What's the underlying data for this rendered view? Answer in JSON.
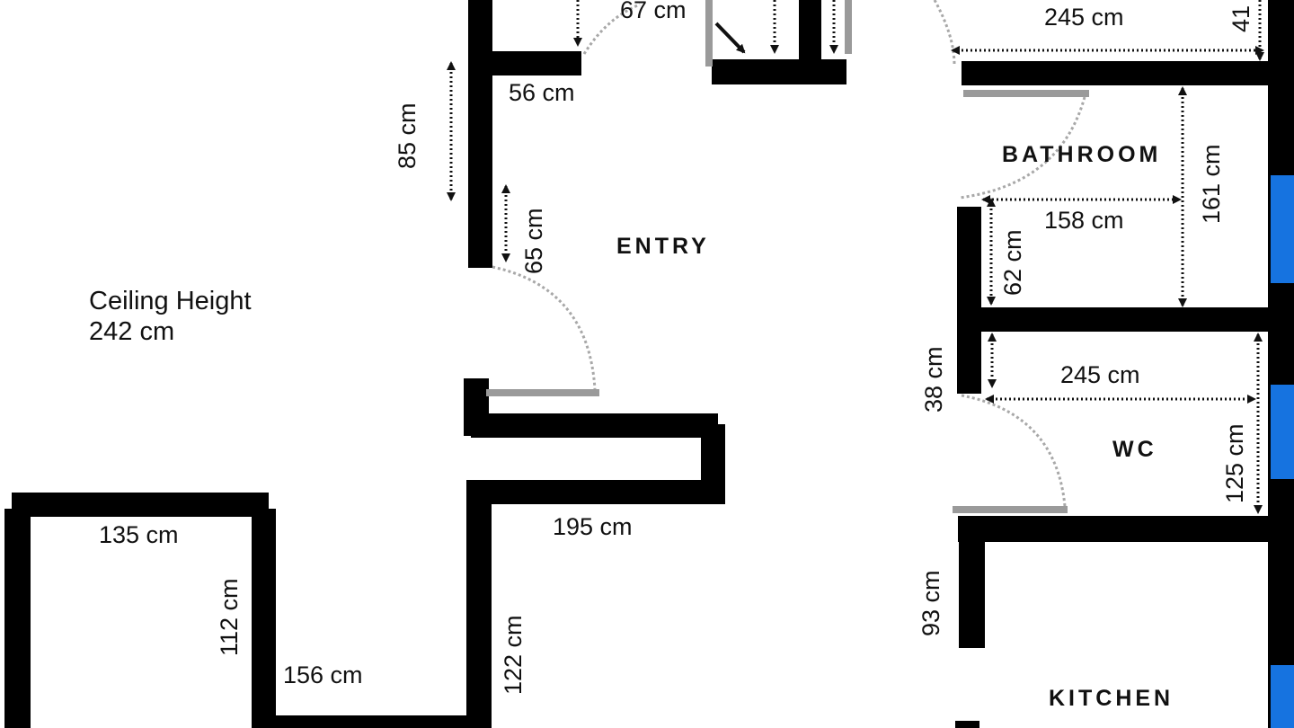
{
  "rooms": {
    "entry": "ENTRY",
    "bathroom": "BATHROOM",
    "wc": "WC",
    "kitchen": "KITCHEN"
  },
  "ceiling": {
    "line1": "Ceiling Height",
    "line2": "242 cm"
  },
  "dimensions": {
    "top_67": "67 cm",
    "top_245": "245 cm",
    "top_41": "41",
    "closet_56": "56 cm",
    "left_85": "85 cm",
    "door_65": "65 cm",
    "bath_161": "161 cm",
    "bath_158": "158 cm",
    "bath_62": "62 cm",
    "wc_38": "38 cm",
    "wc_245": "245 cm",
    "wc_125": "125 cm",
    "corr_195": "195 cm",
    "room_135": "135 cm",
    "room_112": "112 cm",
    "room_156": "156 cm",
    "wall_122": "122 cm",
    "kitchen_93": "93 cm"
  },
  "colors": {
    "wall": "#000000",
    "window": "#1673e0",
    "door": "#9a9a9a",
    "swing": "#a8a8a8"
  }
}
